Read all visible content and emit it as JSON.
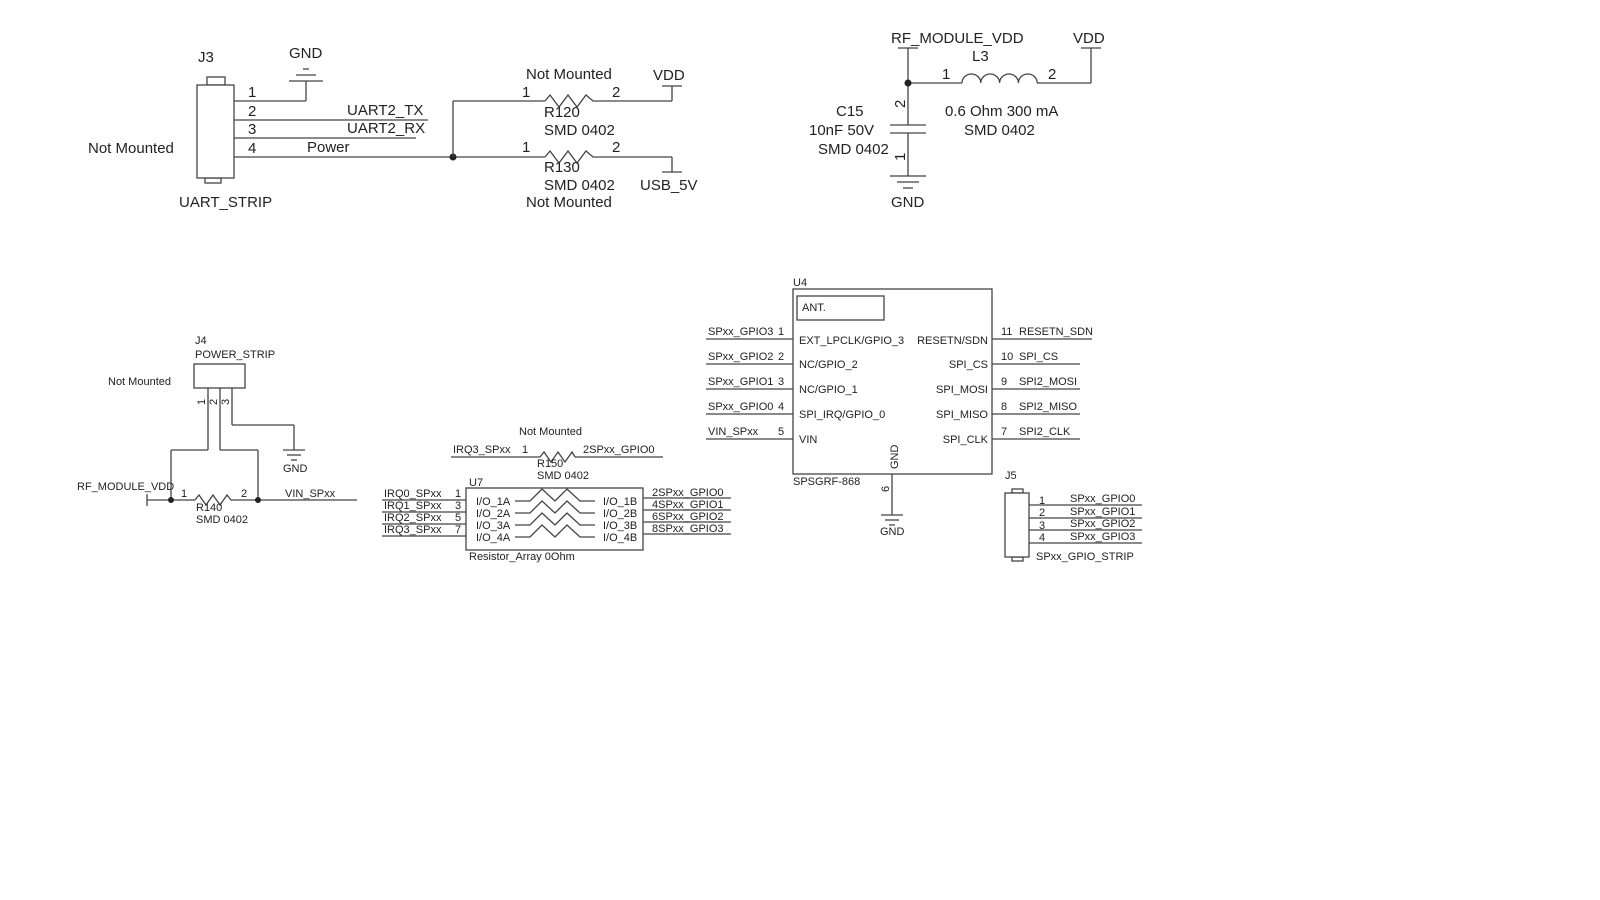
{
  "j3": {
    "ref": "J3",
    "name": "UART_STRIP",
    "note": "Not Mounted",
    "gnd": "GND",
    "pins": [
      "1",
      "2",
      "3",
      "4"
    ],
    "nets": [
      "UART2_TX",
      "UART2_RX",
      "Power"
    ]
  },
  "r120": {
    "ref": "R120",
    "pkg": "SMD 0402",
    "note": "Not Mounted",
    "p1": "1",
    "p2": "2",
    "net": "VDD"
  },
  "r130": {
    "ref": "R130",
    "pkg": "SMD 0402",
    "note": "Not Mounted",
    "p1": "1",
    "p2": "2",
    "net": "USB_5V"
  },
  "l3": {
    "ref": "L3",
    "value": "0.6 Ohm 300 mA",
    "pkg": "SMD 0402",
    "p1": "1",
    "p2": "2",
    "net_left": "RF_MODULE_VDD",
    "net_right": "VDD"
  },
  "c15": {
    "ref": "C15",
    "value": "10nF  50V",
    "pkg": "SMD 0402",
    "p1": "1",
    "p2": "2",
    "gnd": "GND"
  },
  "j4": {
    "ref": "J4",
    "name": "POWER_STRIP",
    "note": "Not Mounted",
    "pins": [
      "1",
      "2",
      "3"
    ],
    "gnd": "GND"
  },
  "r140": {
    "ref": "R140",
    "pkg": "SMD 0402",
    "p1": "1",
    "p2": "2",
    "net_left": "RF_MODULE_VDD",
    "net_right": "VIN_SPxx"
  },
  "r150": {
    "ref": "R150",
    "pkg": "SMD 0402",
    "note": "Not Mounted",
    "net_left": "IRQ3_SPxx",
    "p1": "1",
    "right": "2SPxx_GPIO0"
  },
  "u7": {
    "ref": "U7",
    "name": "Resistor_Array 0Ohm",
    "left_nets": [
      "IRQ0_SPxx",
      "IRQ1_SPxx",
      "IRQ2_SPxx",
      "IRQ3_SPxx"
    ],
    "left_pins": [
      "1",
      "3",
      "5",
      "7"
    ],
    "left_labels": [
      "I/O_1A",
      "I/O_2A",
      "I/O_3A",
      "I/O_4A"
    ],
    "right_labels": [
      "I/O_1B",
      "I/O_2B",
      "I/O_3B",
      "I/O_4B"
    ],
    "right_nets": [
      "2SPxx_GPIO0",
      "4SPxx_GPIO1",
      "6SPxx_GPIO2",
      "8SPxx_GPIO3"
    ]
  },
  "u4": {
    "ref": "U4",
    "name": "SPSGRF-868",
    "ant": "ANT.",
    "gnd_label": "GND",
    "gnd_pin": "6",
    "gnd": "GND",
    "left_nets": [
      "SPxx_GPIO3",
      "SPxx_GPIO2",
      "SPxx_GPIO1",
      "SPxx_GPIO0",
      "VIN_SPxx"
    ],
    "left_pins": [
      "1",
      "2",
      "3",
      "4",
      "5"
    ],
    "left_labels": [
      "EXT_LPCLK/GPIO_3",
      "NC/GPIO_2",
      "NC/GPIO_1",
      "SPI_IRQ/GPIO_0",
      "VIN"
    ],
    "right_labels": [
      "RESETN/SDN",
      "SPI_CS",
      "SPI_MOSI",
      "SPI_MISO",
      "SPI_CLK"
    ],
    "right_pins": [
      "11",
      "10",
      "9",
      "8",
      "7"
    ],
    "right_nets": [
      "RESETN_SDN",
      "SPI_CS",
      "SPI2_MOSI",
      "SPI2_MISO",
      "SPI2_CLK"
    ]
  },
  "j5": {
    "ref": "J5",
    "name": "SPxx_GPIO_STRIP",
    "pins": [
      "1",
      "2",
      "3",
      "4"
    ],
    "nets": [
      "SPxx_GPIO0",
      "SPxx_GPIO1",
      "SPxx_GPIO2",
      "SPxx_GPIO3"
    ]
  }
}
